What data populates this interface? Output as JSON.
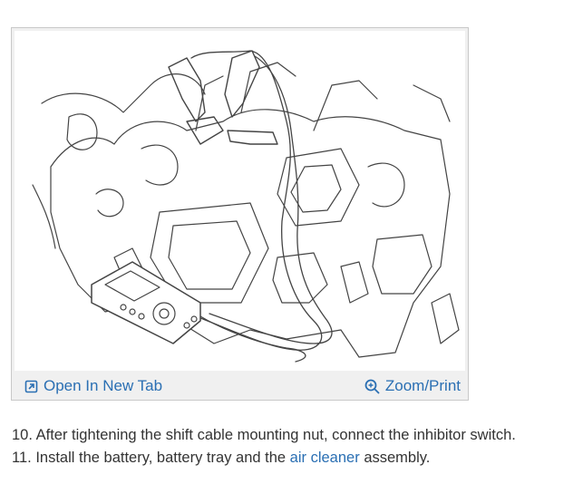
{
  "figure": {
    "open_tab_label": "Open In New Tab",
    "zoom_label": "Zoom/Print",
    "icons": [
      "open-in-new-tab-icon",
      "zoom-icon"
    ],
    "link_color": "#2a6fb3"
  },
  "steps": [
    {
      "number": "10.",
      "text": "After tightening the shift cable mounting nut, connect the inhibitor switch."
    },
    {
      "number": "11.",
      "text_before": "Install the battery, battery tray and the",
      "link_text": "air cleaner",
      "text_after": "assembly."
    }
  ]
}
